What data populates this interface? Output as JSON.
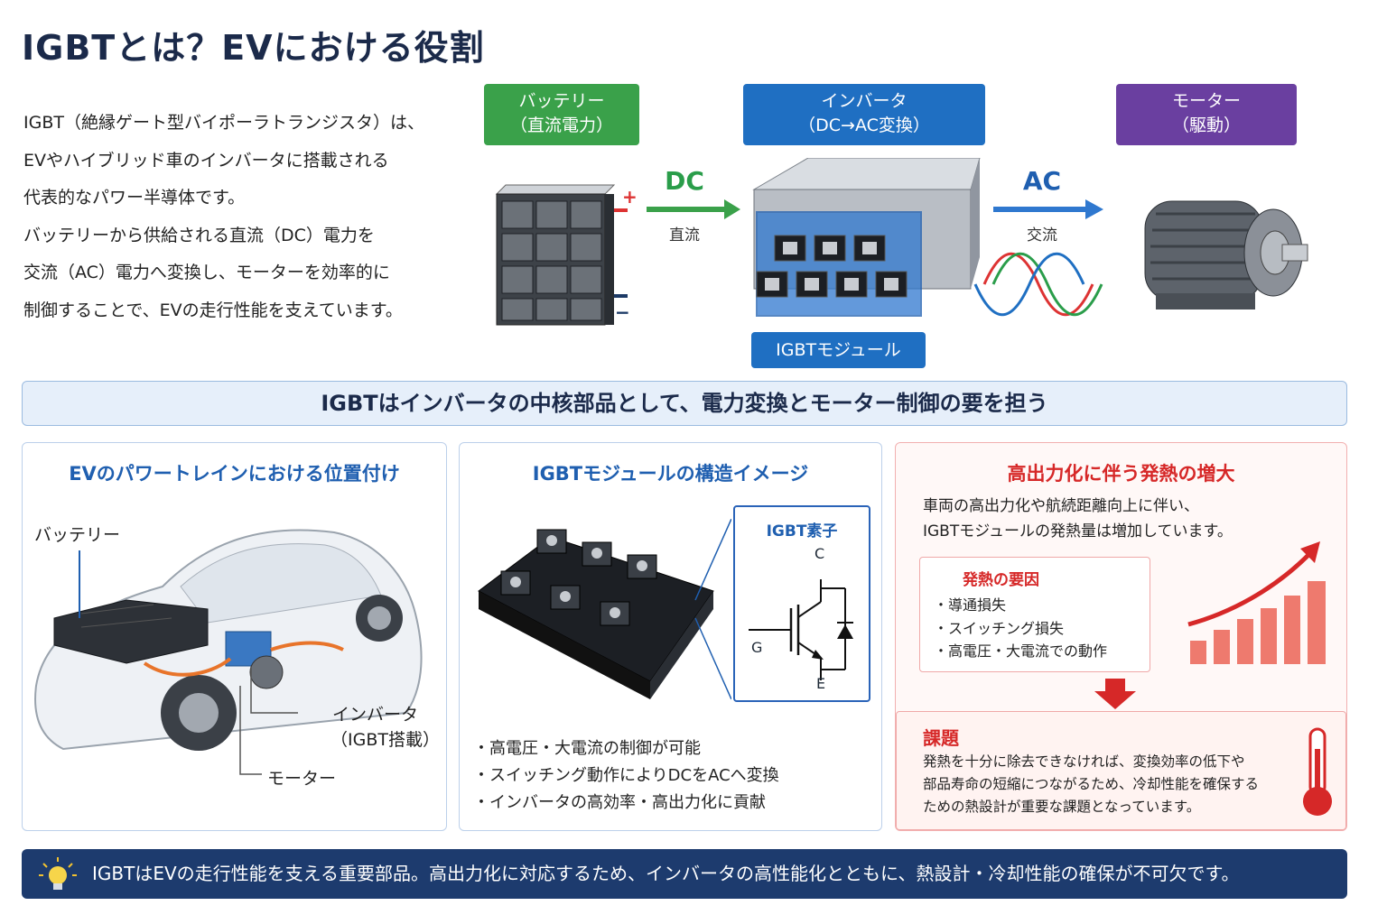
{
  "title": "IGBTとは？EVにおける役割",
  "intro": {
    "lines": [
      "IGBT（絶縁ゲート型バイポーラトランジスタ）は、",
      "EVやハイブリッド車のインバータに搭載される",
      "代表的なパワー半導体です。",
      "バッテリーから供給される直流（DC）電力を",
      "交流（AC）電力へ変換し、モーターを効率的に",
      "制御することで、EVの走行性能を支えています。"
    ]
  },
  "flow": {
    "battery": {
      "title": "バッテリー",
      "sub": "（直流電力）",
      "color": "#3aa14a"
    },
    "inverter": {
      "title": "インバータ",
      "sub": "（DC→AC変換）",
      "color": "#1f6fc2"
    },
    "motor": {
      "title": "モーター",
      "sub": "（駆動）",
      "color": "#6a3fa0"
    },
    "dc_label": "DC",
    "dc_sub": "直流",
    "ac_label": "AC",
    "ac_sub": "交流",
    "igbt_module_label": "IGBTモジュール",
    "plus": "+",
    "minus": "−"
  },
  "banner": "IGBTはインバータの中核部品として、電力変換とモーター制御の要を担う",
  "panel1": {
    "title": "EVのパワートレインにおける位置付け",
    "battery": "バッテリー",
    "inverter": "インバータ",
    "inverter_sub": "（IGBT搭載）",
    "motor": "モーター"
  },
  "panel2": {
    "title": "IGBTモジュールの構造イメージ",
    "element_title": "IGBT素子",
    "pin_c": "C",
    "pin_g": "G",
    "pin_e": "E",
    "bullets": [
      "・高電圧・大電流の制御が可能",
      "・スイッチング動作によりDCをACへ変換",
      "・インバータの高効率・高出力化に貢献"
    ]
  },
  "panel3": {
    "title": "高出力化に伴う発熱の増大",
    "text": [
      "車両の高出力化や航続距離向上に伴い、",
      "IGBTモジュールの発熱量は増加しています。"
    ],
    "cause_title": "発熱の要因",
    "causes": [
      "・導通損失",
      "・スイッチング損失",
      "・高電圧・大電流での動作"
    ],
    "issue_title": "課題",
    "issue_text": [
      "発熱を十分に除去できなければ、変換効率の低下や",
      "部品寿命の短縮につながるため、冷却性能を確保する",
      "ための熱設計が重要な課題となっています。"
    ],
    "accent_color": "#d62828"
  },
  "footer": "IGBTはEVの走行性能を支える重要部品。高出力化に対応するため、インバータの高性能化とともに、熱設計・冷却性能の確保が不可欠です。"
}
